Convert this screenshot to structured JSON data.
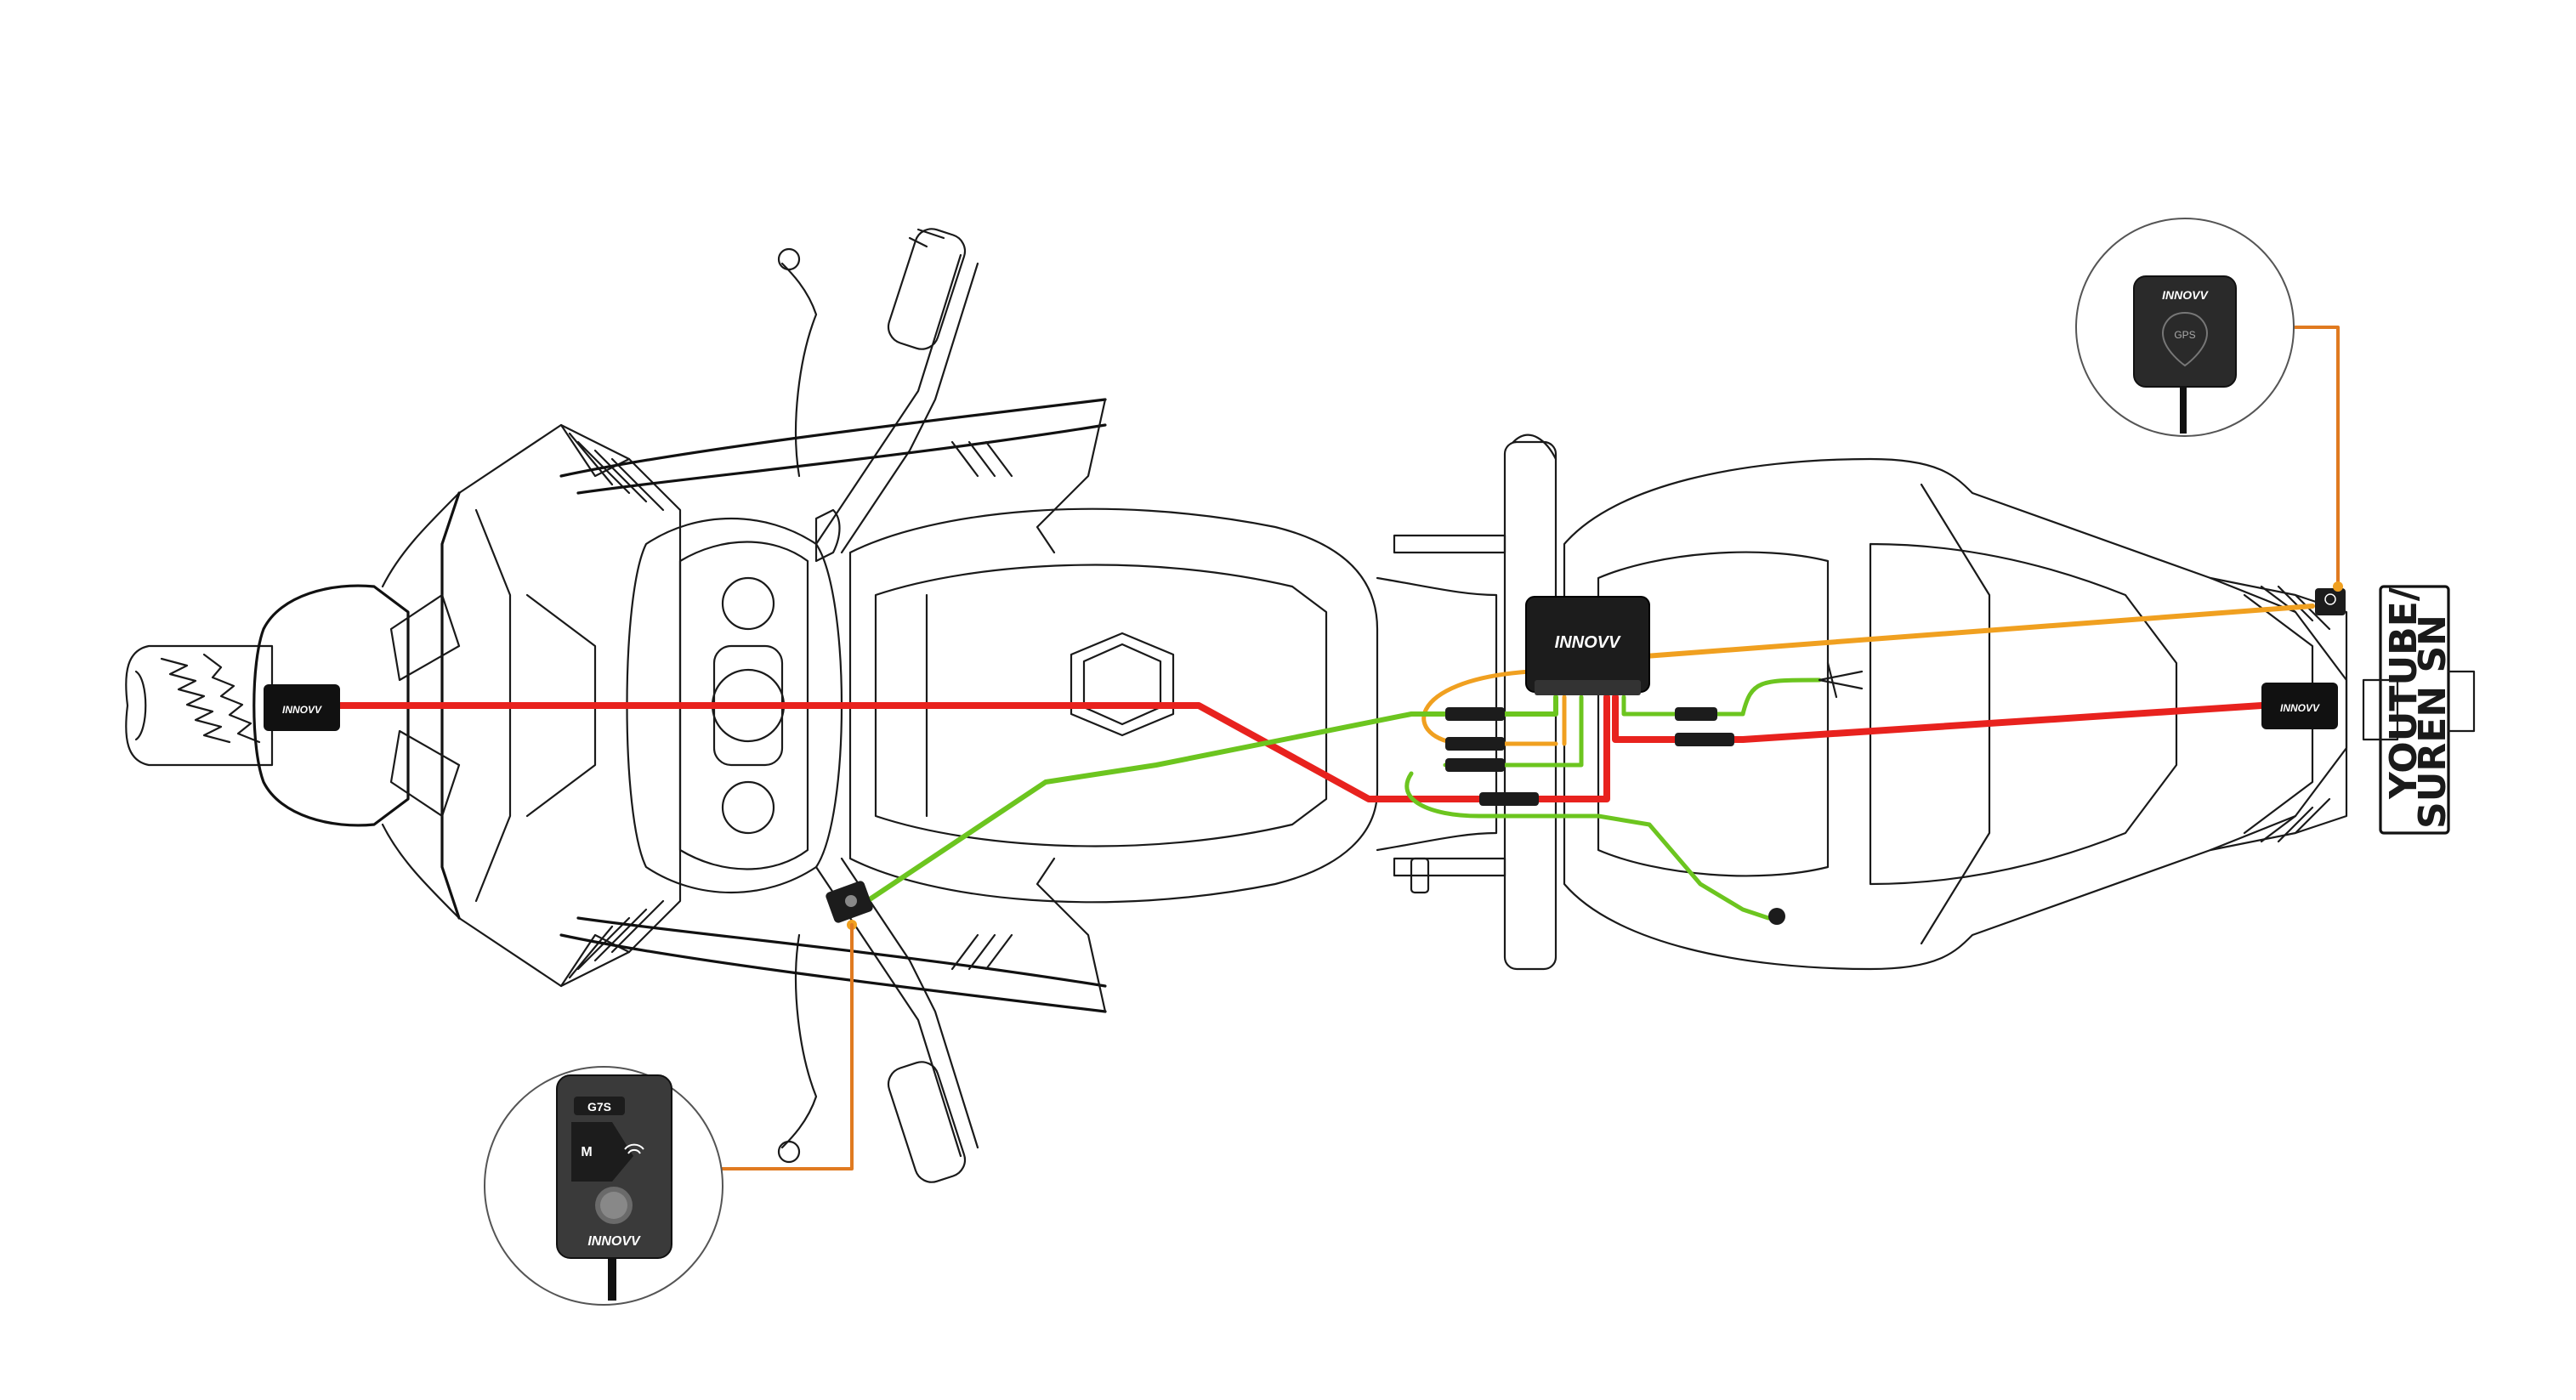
{
  "brand": {
    "name": "INNOVV",
    "gps_label": "GPS",
    "remote_top_label": "G7S",
    "remote_icon_label": "M"
  },
  "plate": {
    "line1": "YOUTUBE/",
    "line2": "SUREN SN"
  },
  "colors": {
    "power_wire": "#e8221e",
    "signal_wire": "#6cc51f",
    "gps_wire": "#f0a020",
    "callout_line": "#e07a20",
    "device_body": "#1c1c1c",
    "outline": "#1a1a1a"
  },
  "components": [
    {
      "id": "front-camera",
      "label": "INNOVV"
    },
    {
      "id": "rear-camera",
      "label": "INNOVV"
    },
    {
      "id": "main-unit",
      "label": "INNOVV"
    },
    {
      "id": "gps-module",
      "label": "INNOVV"
    },
    {
      "id": "remote-control",
      "label": "INNOVV"
    }
  ]
}
